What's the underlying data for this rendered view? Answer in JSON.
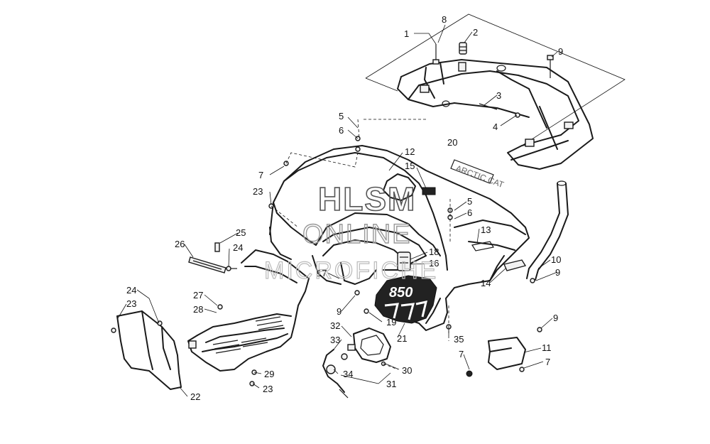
{
  "watermark": {
    "line1": "HLSM",
    "line2": "ONLINE",
    "line3": "MICROFICHE"
  },
  "decals": {
    "fender_model": "850",
    "brand_decal": "ARCTIC CAT"
  },
  "callouts": [
    {
      "id": "c-1",
      "label": "1"
    },
    {
      "id": "c-8",
      "label": "8"
    },
    {
      "id": "c-2",
      "label": "2"
    },
    {
      "id": "c-9a",
      "label": "9"
    },
    {
      "id": "c-3",
      "label": "3"
    },
    {
      "id": "c-4",
      "label": "4"
    },
    {
      "id": "c-5a",
      "label": "5"
    },
    {
      "id": "c-6a",
      "label": "6"
    },
    {
      "id": "c-20",
      "label": "20"
    },
    {
      "id": "c-12",
      "label": "12"
    },
    {
      "id": "c-15",
      "label": "15"
    },
    {
      "id": "c-7a",
      "label": "7"
    },
    {
      "id": "c-23a",
      "label": "23"
    },
    {
      "id": "c-5b",
      "label": "5"
    },
    {
      "id": "c-6b",
      "label": "6"
    },
    {
      "id": "c-25",
      "label": "25"
    },
    {
      "id": "c-26",
      "label": "26"
    },
    {
      "id": "c-24a",
      "label": "24"
    },
    {
      "id": "c-13",
      "label": "13"
    },
    {
      "id": "c-18",
      "label": "18"
    },
    {
      "id": "c-16",
      "label": "16"
    },
    {
      "id": "c-17",
      "label": "17"
    },
    {
      "id": "c-10",
      "label": "10"
    },
    {
      "id": "c-9b",
      "label": "9"
    },
    {
      "id": "c-14",
      "label": "14"
    },
    {
      "id": "c-24b",
      "label": "24"
    },
    {
      "id": "c-23b",
      "label": "23"
    },
    {
      "id": "c-27",
      "label": "27"
    },
    {
      "id": "c-28",
      "label": "28"
    },
    {
      "id": "c-9c",
      "label": "9"
    },
    {
      "id": "c-19",
      "label": "19"
    },
    {
      "id": "c-32",
      "label": "32"
    },
    {
      "id": "c-33",
      "label": "33"
    },
    {
      "id": "c-21",
      "label": "21"
    },
    {
      "id": "c-35",
      "label": "35"
    },
    {
      "id": "c-9d",
      "label": "9"
    },
    {
      "id": "c-11",
      "label": "11"
    },
    {
      "id": "c-7b",
      "label": "7"
    },
    {
      "id": "c-7c",
      "label": "7"
    },
    {
      "id": "c-34",
      "label": "34"
    },
    {
      "id": "c-30",
      "label": "30"
    },
    {
      "id": "c-29",
      "label": "29"
    },
    {
      "id": "c-31",
      "label": "31"
    },
    {
      "id": "c-23c",
      "label": "23"
    },
    {
      "id": "c-22",
      "label": "22"
    }
  ]
}
